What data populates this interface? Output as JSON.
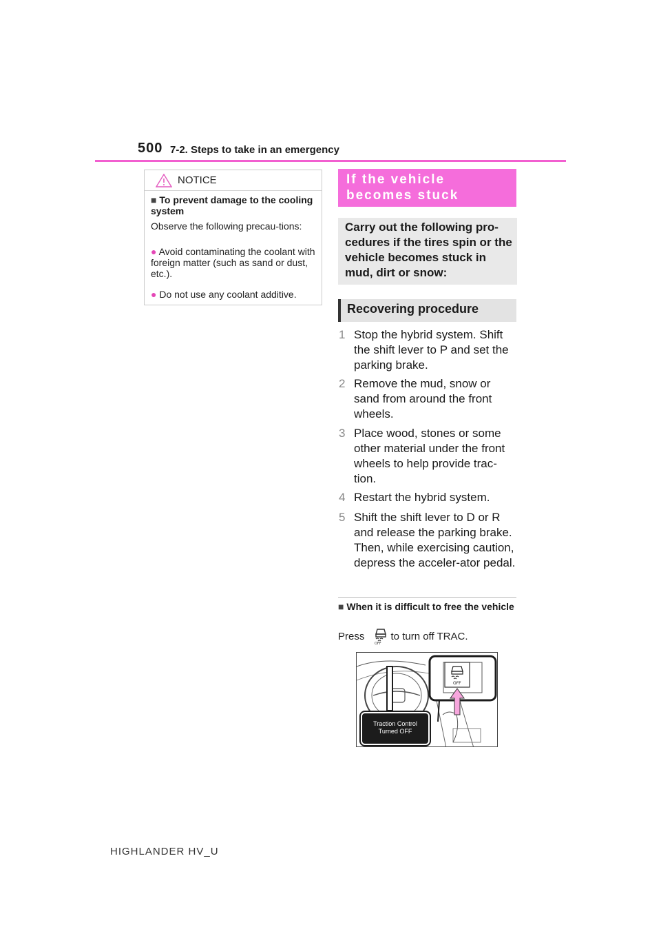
{
  "header": {
    "page_number": "500",
    "section_title": "7-2. Steps to take in an emergency",
    "accent_color": "#f25fd0"
  },
  "notice": {
    "label": "NOTICE",
    "icon": "warning-triangle-icon",
    "heading_marker": "■",
    "heading": "To prevent damage to the cooling system",
    "intro": "Observe the following precau-tions:",
    "bullet_marker": "●",
    "bullets": [
      "Avoid contaminating the coolant with foreign matter (such as sand or dust, etc.).",
      "Do not use any coolant additive."
    ]
  },
  "stuck_section": {
    "title": "If the vehicle becomes stuck",
    "banner_color": "#f56ddb",
    "intro": "Carry out the following pro-cedures if the tires spin or the vehicle becomes stuck in mud, dirt or snow:"
  },
  "recovering": {
    "title": "Recovering procedure",
    "steps": [
      {
        "num": "1",
        "text": "Stop the hybrid system. Shift the shift lever to P and set the parking brake."
      },
      {
        "num": "2",
        "text": "Remove the mud, snow or sand from around the front wheels."
      },
      {
        "num": "3",
        "text": "Place wood, stones or some other material under the front wheels to help provide trac-tion."
      },
      {
        "num": "4",
        "text": "Restart the hybrid system."
      },
      {
        "num": "5",
        "text": "Shift the shift lever to D or R and release the parking brake. Then, while exercising caution, depress the acceler-ator pedal."
      }
    ]
  },
  "free_vehicle": {
    "marker": "■",
    "heading": "When it is difficult to free the vehicle",
    "press_before": "Press",
    "press_after": "to turn off TRAC.",
    "icon": "trac-off-icon"
  },
  "illustration": {
    "message_line1": "Traction Control",
    "message_line2": "Turned OFF",
    "button_label": "OFF",
    "arrow_color": "#f7a6dd"
  },
  "footer": {
    "model": "HIGHLANDER HV_U"
  }
}
